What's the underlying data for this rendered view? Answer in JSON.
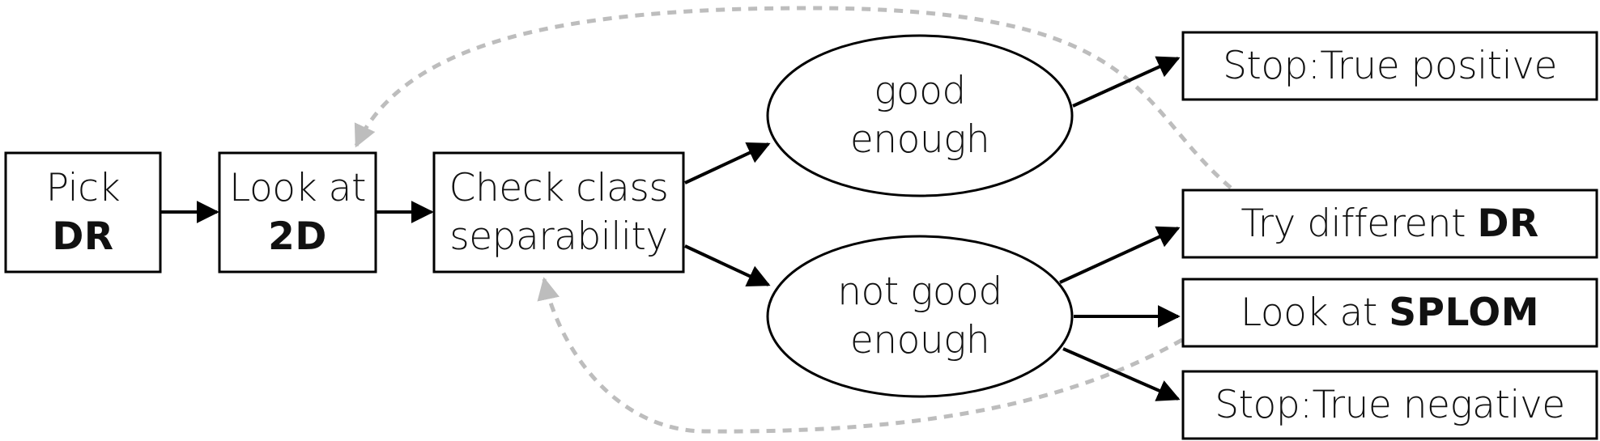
{
  "nodes": {
    "pick_dr": {
      "line1": "Pick",
      "line2": "DR"
    },
    "look_2d": {
      "line1": "Look at",
      "line2": "2D"
    },
    "check": {
      "line1": "Check class",
      "line2": "separability"
    },
    "good": {
      "line1": "good",
      "line2": "enough"
    },
    "not_good": {
      "line1": "not good",
      "line2": "enough"
    },
    "stop_tp": {
      "text": "Stop:True positive"
    },
    "try_dr": {
      "text": "Try different ",
      "bold": "DR"
    },
    "look_splom": {
      "text": "Look at ",
      "bold": "SPLOM"
    },
    "stop_tn": {
      "text": "Stop:True negative"
    }
  },
  "colors": {
    "stroke": "#000000",
    "loop": "#bdbdbd",
    "background": "#ffffff"
  }
}
